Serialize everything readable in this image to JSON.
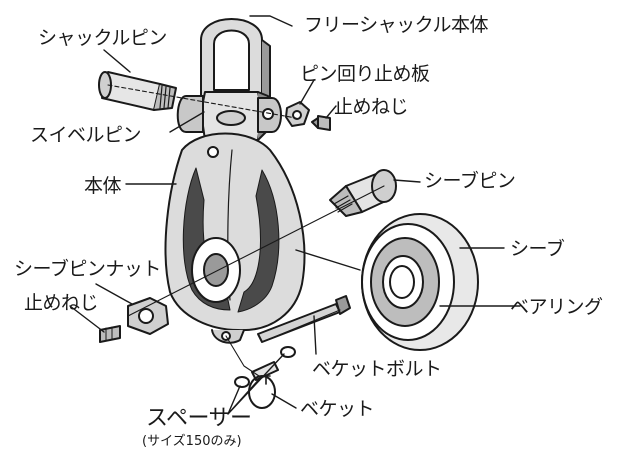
{
  "labels": {
    "free_shackle_body": "フリーシャックル本体",
    "shackle_pin": "シャックルピン",
    "pin_stop_plate": "ピン回り止め板",
    "set_screw_top": "止めねじ",
    "swivel_pin": "スイベルピン",
    "body": "本体",
    "sheave_pin": "シーブピン",
    "sheave": "シーブ",
    "sheave_pin_nut": "シーブピンナット",
    "set_screw_left": "止めねじ",
    "bearing": "ベアリング",
    "becket_bolt": "ベケットボルト",
    "becket": "ベケット",
    "spacer": "スペーサー",
    "spacer_note": "(サイズ150のみ)"
  },
  "colors": {
    "ink": "#1a1a1a",
    "body_fill": "#d8d8d8",
    "shade_fill": "#4a4a4a",
    "bearing_fill": "#bdbdbd"
  }
}
